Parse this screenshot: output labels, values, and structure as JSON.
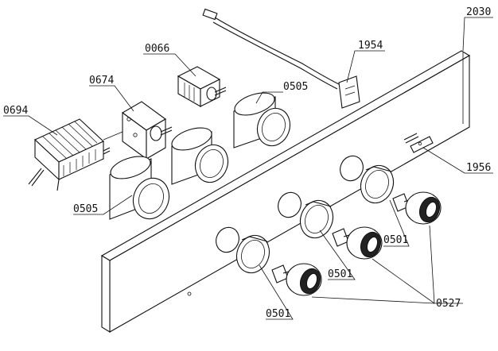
{
  "labels": {
    "l0694": "0694",
    "l0674": "0674",
    "l0066": "0066",
    "l0505a": "0505",
    "l0505b": "0505",
    "l1954": "1954",
    "l2030": "2030",
    "l1956": "1956",
    "l0501a": "0501",
    "l0501b": "0501",
    "l0501c": "0501",
    "l0527": "0527"
  }
}
